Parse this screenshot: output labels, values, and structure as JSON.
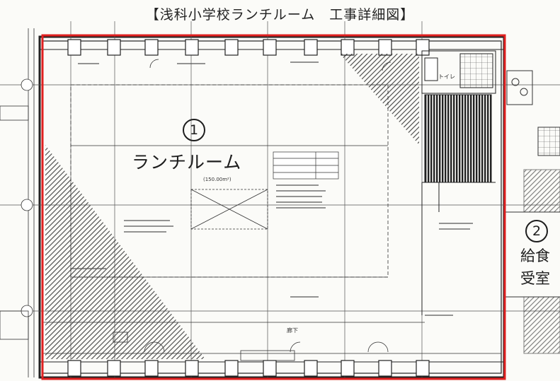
{
  "title": "【浅科小学校ランチルーム　工事詳細図】",
  "rooms": {
    "lunch_room": {
      "number": "1",
      "name": "ランチルーム"
    },
    "kyushoku": {
      "number": "2",
      "name_line1": "給食",
      "name_line2": "受室"
    }
  },
  "labels": {
    "toilet": "トイレ",
    "corridor": "廊下",
    "area": "(150.00m²)"
  },
  "colors": {
    "highlight_border": "#e02020",
    "lines": "#333333"
  }
}
